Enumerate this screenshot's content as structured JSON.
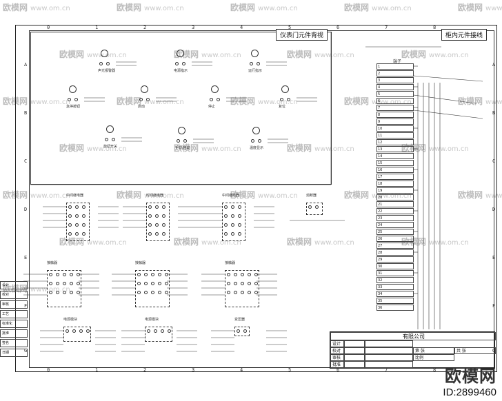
{
  "watermarks": [
    "欧模网",
    "欧模网",
    "欧模网",
    "欧模网",
    "欧模网",
    "欧模网",
    "欧模网",
    "欧模网",
    "欧模网",
    "欧模网",
    "欧模网",
    "欧模网",
    "欧模网",
    "欧模网",
    "欧模网",
    "欧模网",
    "欧模网",
    "欧模网",
    "欧模网",
    "欧模网",
    "欧模网",
    "欧模网",
    "欧模网",
    "欧模网",
    "欧模网",
    "欧模网",
    "欧模网",
    "欧模网"
  ],
  "watermark_url": "www.om.cn",
  "columns": [
    "0",
    "1",
    "2",
    "3",
    "4",
    "5",
    "6",
    "7",
    "8"
  ],
  "rows": [
    "A",
    "B",
    "C",
    "D",
    "E",
    "F",
    "G"
  ],
  "panel_door": {
    "title": "仪表门元件背视"
  },
  "panel_cabinet": {
    "title": "柜内元件接线"
  },
  "door_items": [
    {
      "label": "声光报警器"
    },
    {
      "label": "电源指示"
    },
    {
      "label": "运行指示"
    },
    {
      "label": "急停按钮"
    },
    {
      "label": "启动"
    },
    {
      "label": "停止"
    },
    {
      "label": "复位"
    },
    {
      "label": "旋钮开关"
    },
    {
      "label": "手动/自动"
    },
    {
      "label": "温度显示"
    }
  ],
  "lower_items": [
    {
      "label": "中间继电器"
    },
    {
      "label": "时间继电器"
    },
    {
      "label": "中间继电器"
    },
    {
      "label": "熔断器"
    },
    {
      "label": "接触器"
    },
    {
      "label": "接触器"
    },
    {
      "label": "接触器"
    },
    {
      "label": "电源模块"
    },
    {
      "label": "电源模块"
    },
    {
      "label": "变压器"
    }
  ],
  "terminal_block": {
    "header": "端子",
    "rows": [
      "1",
      "2",
      "3",
      "4",
      "5",
      "6",
      "7",
      "8",
      "9",
      "10",
      "11",
      "12",
      "13",
      "14",
      "15",
      "16",
      "17",
      "18",
      "19",
      "20",
      "21",
      "22",
      "23",
      "24",
      "25",
      "26",
      "27",
      "28",
      "29",
      "30",
      "31",
      "32",
      "33",
      "34",
      "35",
      "36"
    ]
  },
  "left_margin": [
    "设计",
    "校对",
    "审核",
    "工艺",
    "标准化",
    "批准",
    "签名",
    "日期"
  ],
  "title_block": {
    "company": "有限公司",
    "rows": [
      [
        "设计",
        "",
        ""
      ],
      [
        "校对",
        "",
        ""
      ],
      [
        "审核",
        "",
        ""
      ],
      [
        "批准",
        "",
        ""
      ]
    ],
    "sheet_label": "第 张",
    "total_label": "共 张",
    "scale": "比例"
  },
  "brand": {
    "name": "欧模网",
    "id": "ID:2899460"
  }
}
